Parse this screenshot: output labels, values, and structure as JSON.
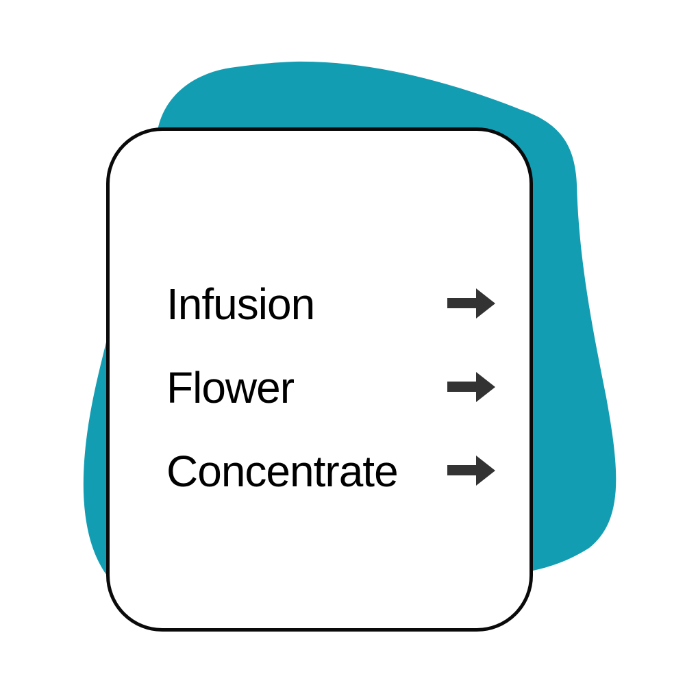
{
  "colors": {
    "blob": "#139DB3",
    "arrow": "#333333",
    "border": "#0a0a0a"
  },
  "menu": {
    "items": [
      {
        "label": "Infusion",
        "icon": "arrow-right-icon"
      },
      {
        "label": "Flower",
        "icon": "arrow-right-icon"
      },
      {
        "label": "Concentrate",
        "icon": "arrow-right-icon"
      }
    ]
  }
}
